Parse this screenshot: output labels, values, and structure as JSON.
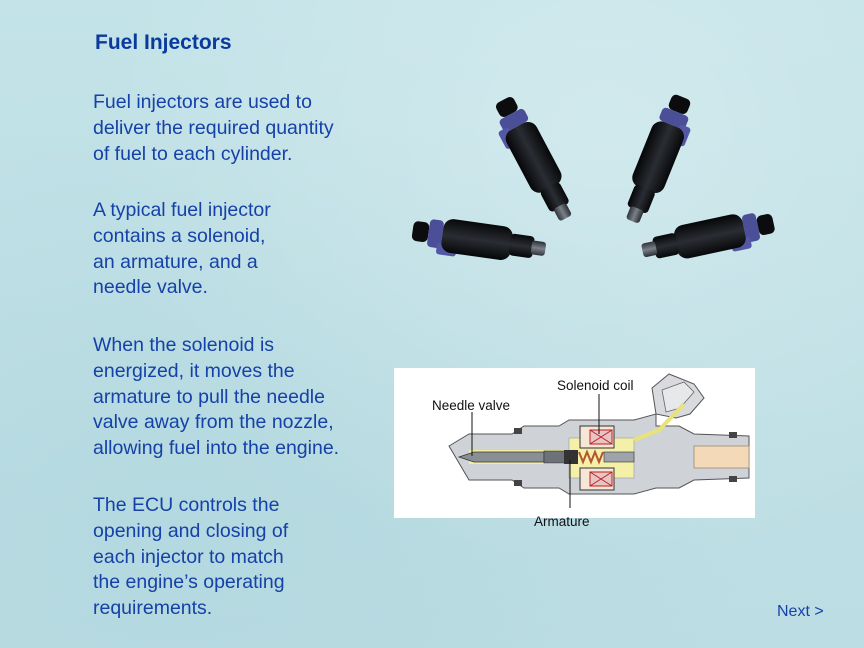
{
  "slide": {
    "title": "Fuel Injectors",
    "paragraphs": [
      [
        "Fuel injectors are used to",
        "deliver the required quantity",
        "of fuel to each cylinder."
      ],
      [
        "A typical fuel injector",
        "contains a solenoid,",
        "an armature, and a",
        "needle valve."
      ],
      [
        "When the solenoid is",
        "energized, it moves the",
        "armature to pull the needle",
        "valve away from the nozzle,",
        "allowing fuel into the engine."
      ],
      [
        "The ECU controls the",
        "opening and closing of",
        "each injector to match",
        "the engine’s operating",
        "requirements."
      ]
    ]
  },
  "diagram": {
    "labels": {
      "needle_valve": "Needle valve",
      "solenoid_coil": "Solenoid coil",
      "armature": "Armature"
    }
  },
  "nav": {
    "next_label": "Next >"
  },
  "colors": {
    "text": "#1541a8",
    "title": "#0a3a9c",
    "background": "#bfe1e6"
  },
  "icons": {
    "photo": "fuel-injectors-photo",
    "diagram": "injector-cutaway-diagram"
  }
}
